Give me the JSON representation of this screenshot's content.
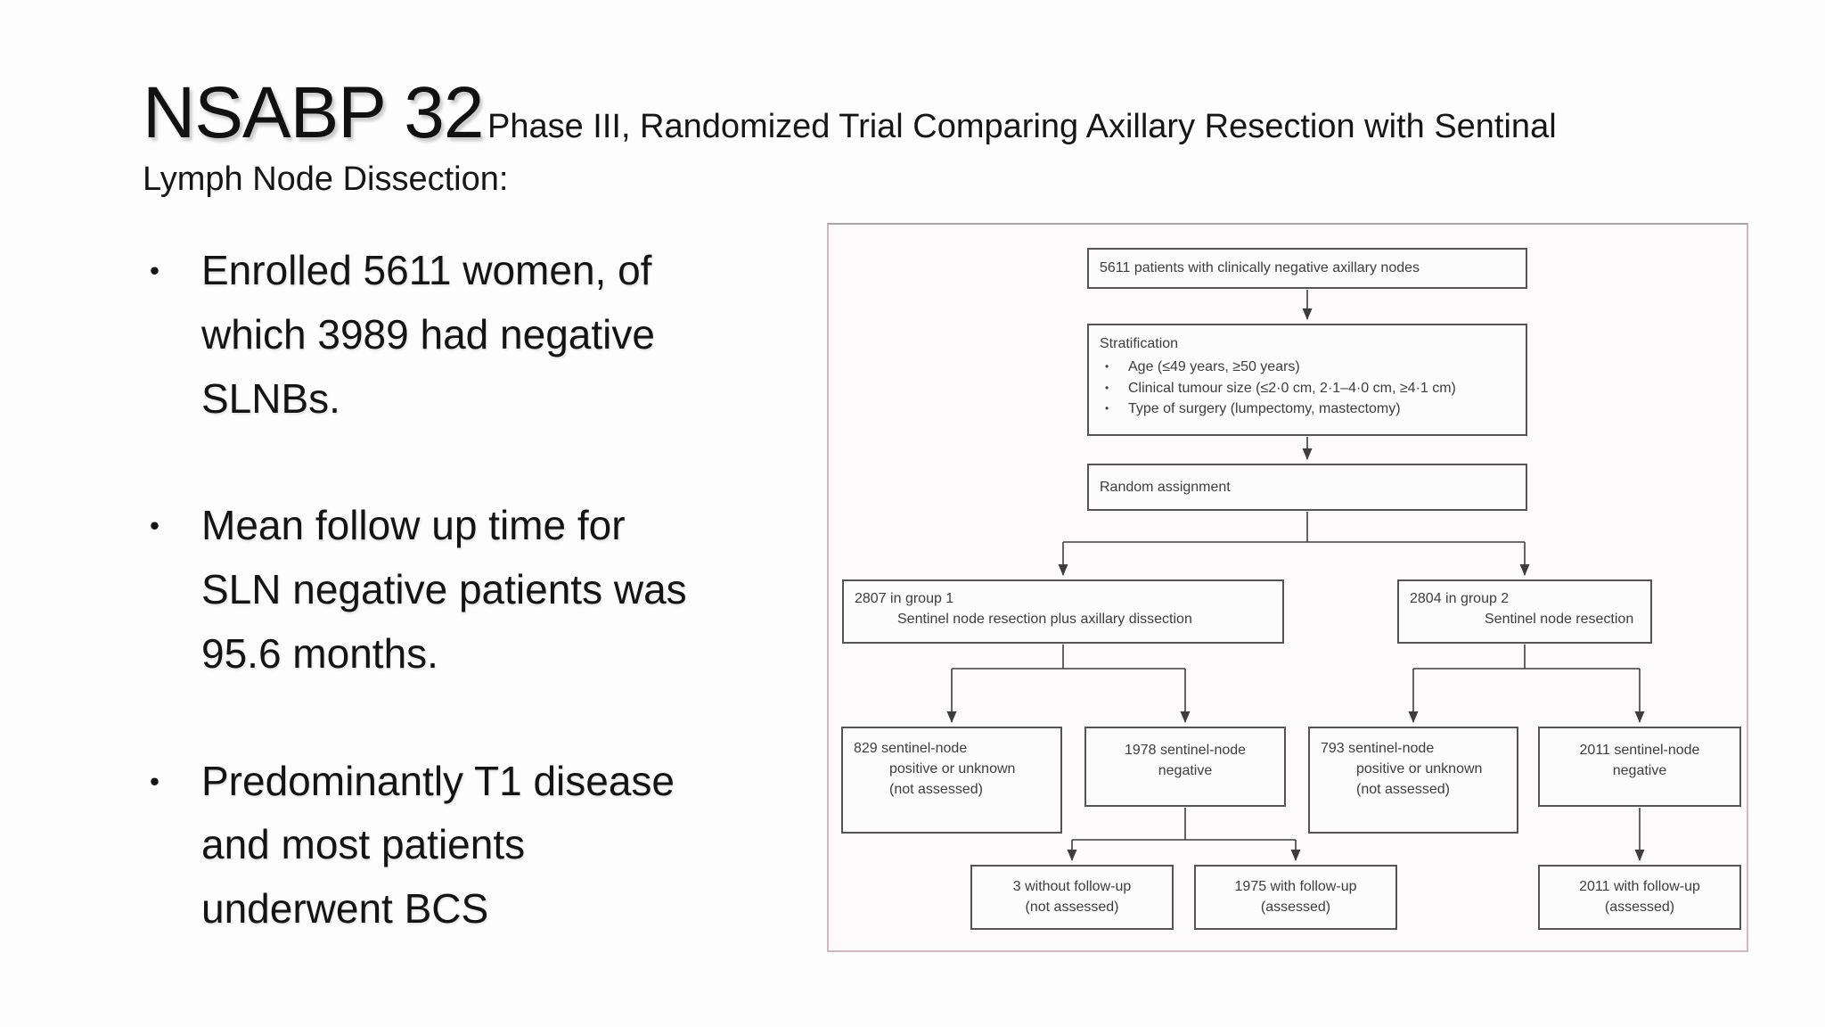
{
  "slide": {
    "title": "NSABP 32",
    "subtitle": "Phase III, Randomized Trial Comparing Axillary Resection with Sentinal\nLymph Node Dissection:",
    "bullet_marker": "•",
    "bullets": [
      "Enrolled 5611 women, of\nwhich 3989 had negative\nSLNBs.",
      "Mean follow up time for\nSLN negative patients was\n95.6 months.",
      "Predominantly T1 disease\nand most patients\nunderwent BCS"
    ]
  },
  "flowchart": {
    "total": "5611 patients with clinically negative axillary nodes",
    "stratification": {
      "title": "Stratification",
      "marker": "•",
      "items": [
        "Age (≤49 years, ≥50 years)",
        "Clinical tumour size (≤2·0 cm, 2·1–4·0 cm, ≥4·1 cm)",
        "Type of surgery (lumpectomy, mastectomy)"
      ]
    },
    "random": "Random assignment",
    "group1": "2807 in group 1\nSentinel node resection plus axillary dissection",
    "group2": "2804 in group 2\nSentinel node resection",
    "group1_positive_unknown": "829 sentinel-node\npositive or unknown\n(not assessed)",
    "group1_negative": "1978 sentinel-node\nnegative",
    "group2_positive_unknown": "793 sentinel-node\npositive or unknown\n(not assessed)",
    "group2_negative": "2011 sentinel-node\nnegative",
    "group1_no_followup": "3 without follow-up\n(not assessed)",
    "group1_followup": "1975 with follow-up\n(assessed)",
    "group2_followup": "2011 with follow-up\n(assessed)",
    "arrow_color": "#3d3d3d"
  }
}
